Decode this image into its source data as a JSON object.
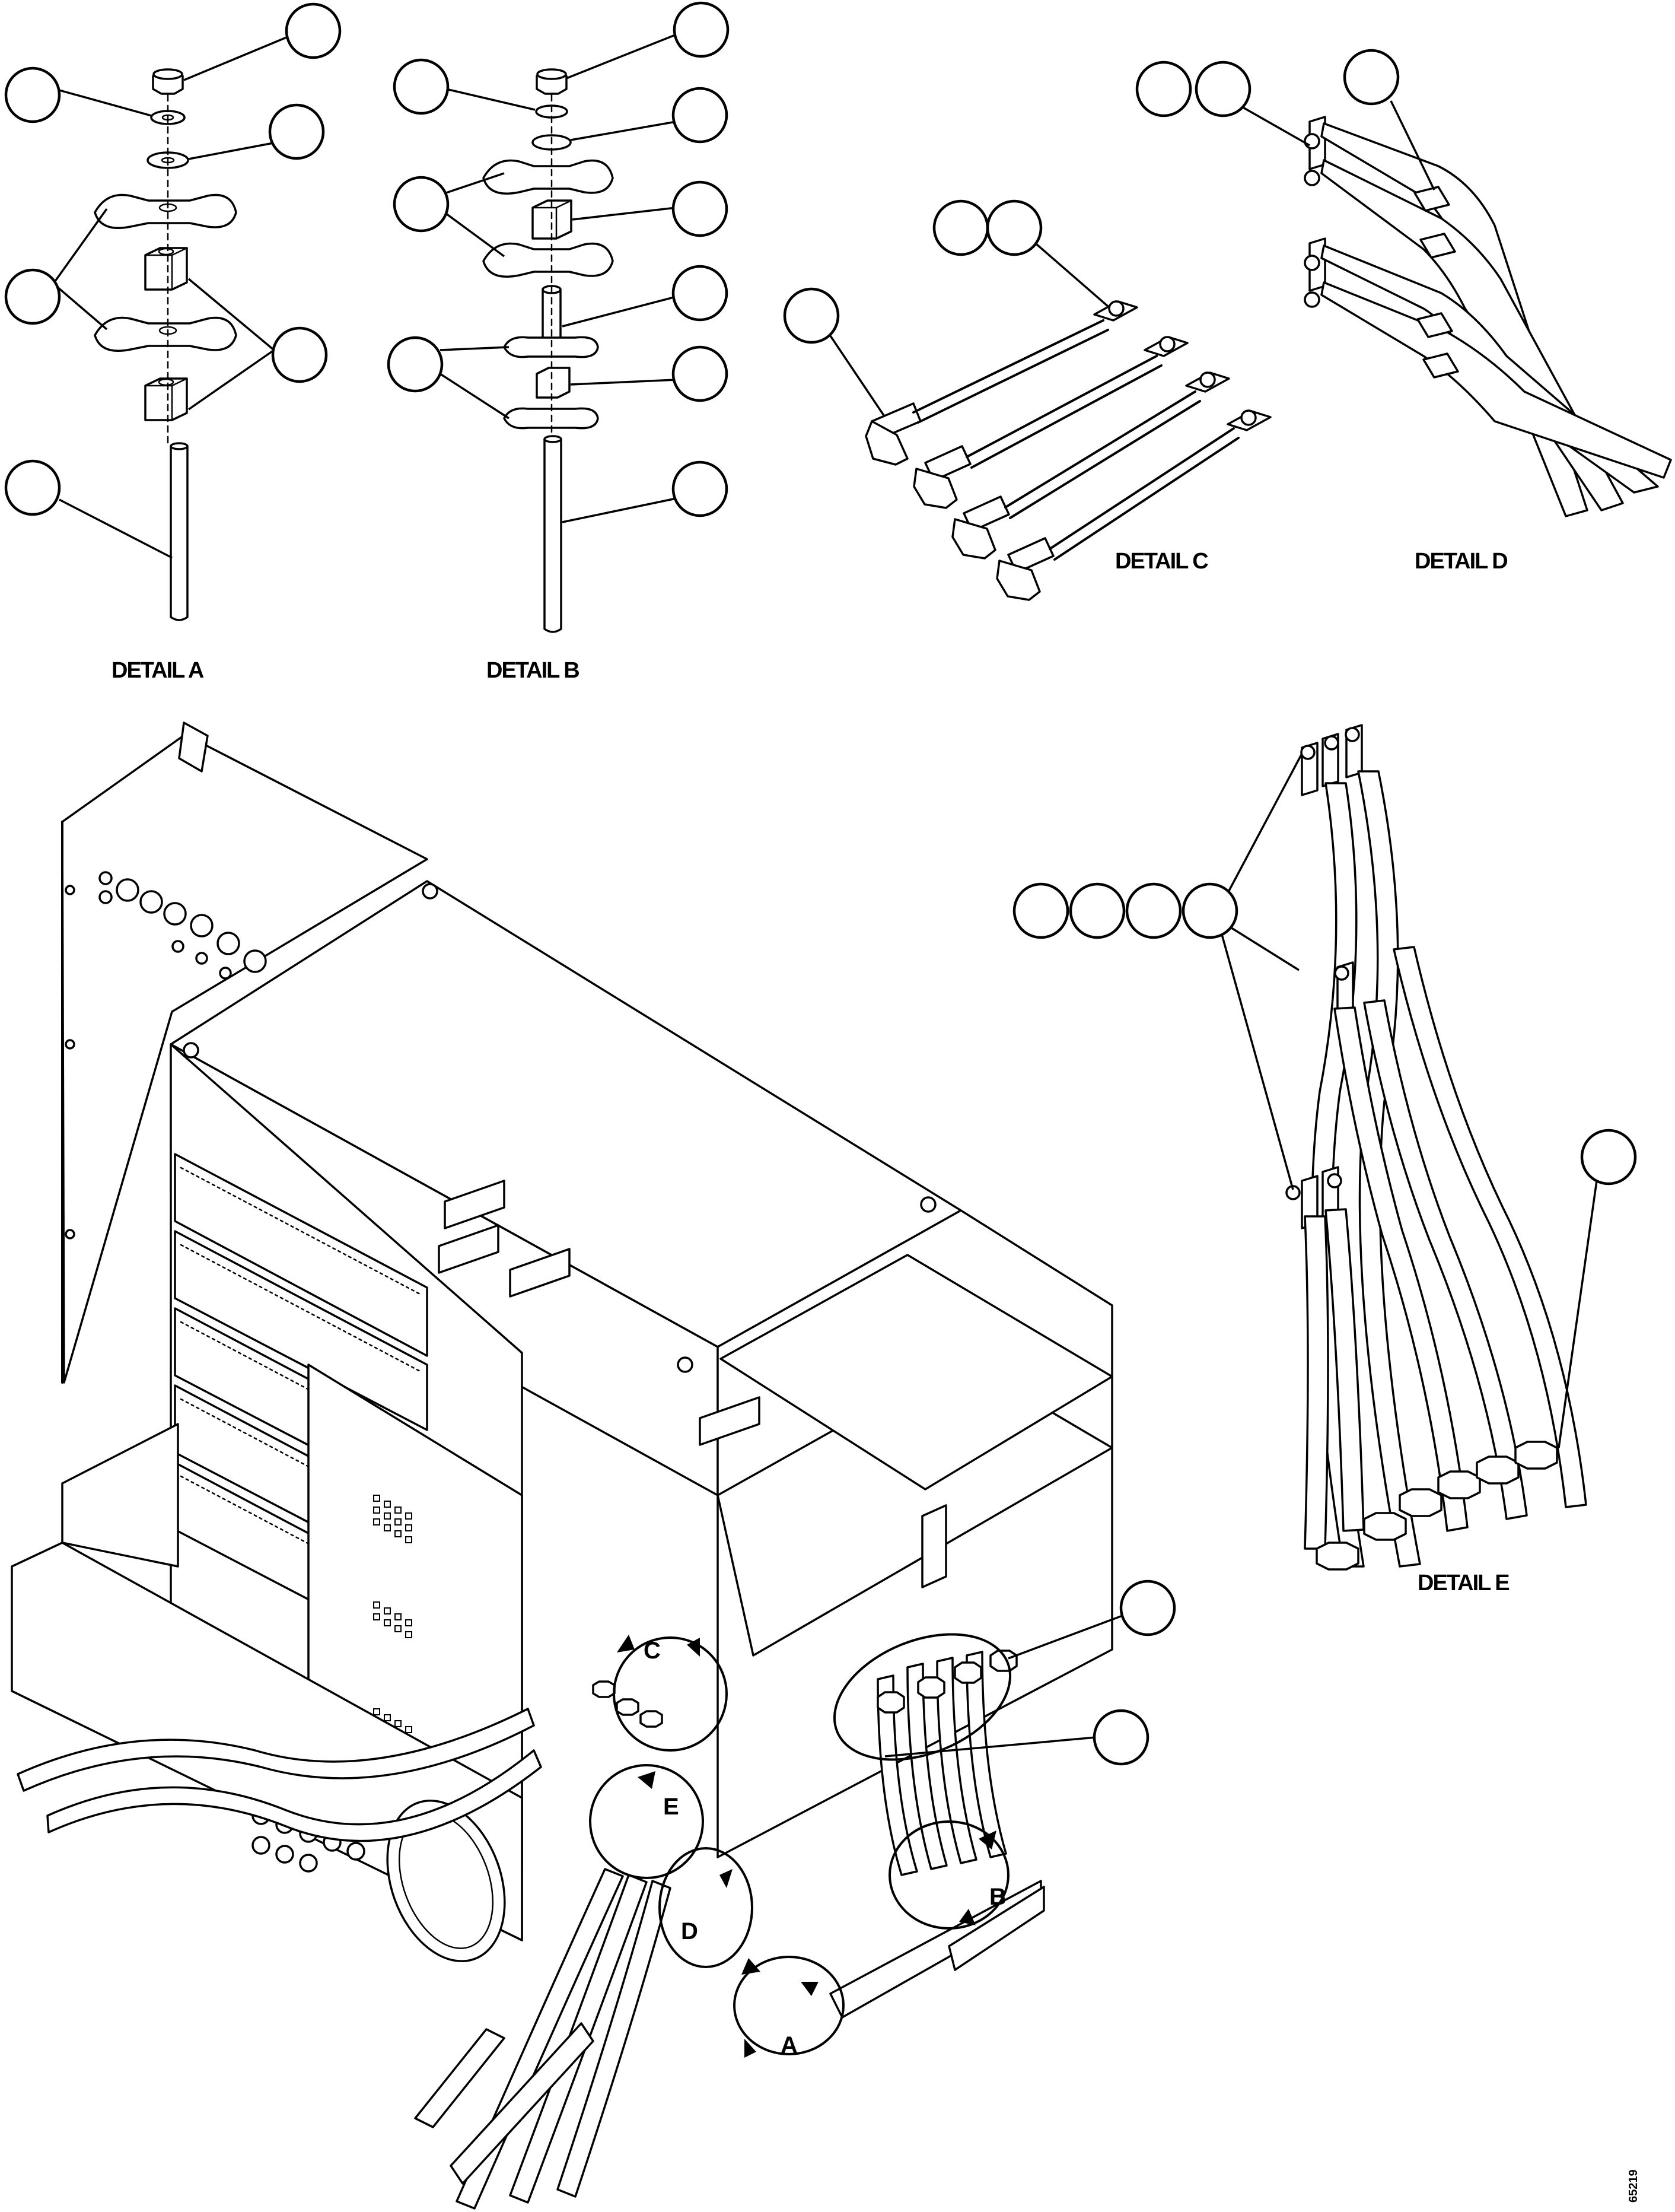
{
  "details": {
    "a": {
      "label": "DETAIL A"
    },
    "b": {
      "label": "DETAIL B"
    },
    "c": {
      "label": "DETAIL C"
    },
    "d": {
      "label": "DETAIL D"
    },
    "e": {
      "label": "DETAIL E"
    }
  },
  "callbacks": {
    "a": "A",
    "b": "B",
    "c": "C",
    "d": "D",
    "e": "E"
  },
  "figure_id": "65219"
}
